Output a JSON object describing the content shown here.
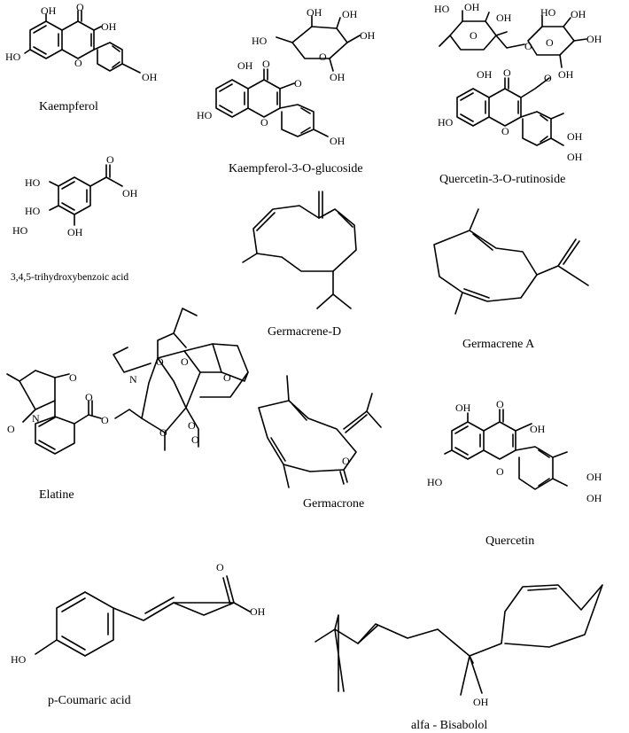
{
  "figure": {
    "compounds": {
      "kaempferol": "Kaempferol",
      "kaempferol_3_o_glucoside": "Kaempferol-3-O-glucoside",
      "quercetin_3_o_rutinoside": "Quercetin-3-O-rutinoside",
      "trihydroxybenzoic_acid": "3,4,5-trihydroxybenzoic acid",
      "germacrene_d": "Germacrene-D",
      "germacrene_a": "Germacrene A",
      "elatine": "Elatine",
      "germacrone": "Germacrone",
      "quercetin": "Quercetin",
      "p_coumaric_acid": "p-Coumaric acid",
      "alfa_bisabolol": "alfa - Bisabolol"
    },
    "atoms": {
      "oh": "OH",
      "ho": "HO",
      "o": "O",
      "n": "N"
    }
  }
}
